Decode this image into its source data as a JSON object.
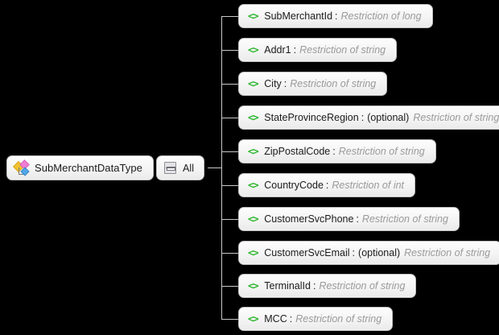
{
  "diagram": {
    "kind": "xsd-schema-tree",
    "background_color": "#000000",
    "connector_color": "#c8c8c8",
    "root": {
      "label": "SubMerchantDataType",
      "icon": "complextype-icon"
    },
    "compositor": {
      "label": "All",
      "icon": "all-compositor-icon"
    },
    "element_icon": "code-brackets-icon",
    "element_icon_glyph": "<>",
    "element_icon_color": "#2ab52a",
    "type_text_color": "#9a9a9a",
    "name_text_color": "#1b1b1b",
    "separator": ":",
    "optional_marker": "(optional)",
    "elements": [
      {
        "name": "SubMerchantId",
        "optional": "",
        "type": "Restriction of long"
      },
      {
        "name": "Addr1",
        "optional": "",
        "type": "Restriction of string"
      },
      {
        "name": "City",
        "optional": "",
        "type": "Restriction of string"
      },
      {
        "name": "StateProvinceRegion",
        "optional": "(optional)",
        "type": "Restriction of string"
      },
      {
        "name": "ZipPostalCode",
        "optional": "",
        "type": "Restriction of string"
      },
      {
        "name": "CountryCode",
        "optional": "",
        "type": "Restriction of int"
      },
      {
        "name": "CustomerSvcPhone",
        "optional": "",
        "type": "Restriction of string"
      },
      {
        "name": "CustomerSvcEmail",
        "optional": "(optional)",
        "type": "Restriction of string"
      },
      {
        "name": "TerminalId",
        "optional": "",
        "type": "Restriction of string"
      },
      {
        "name": "MCC",
        "optional": "",
        "type": "Restriction of string"
      }
    ]
  }
}
